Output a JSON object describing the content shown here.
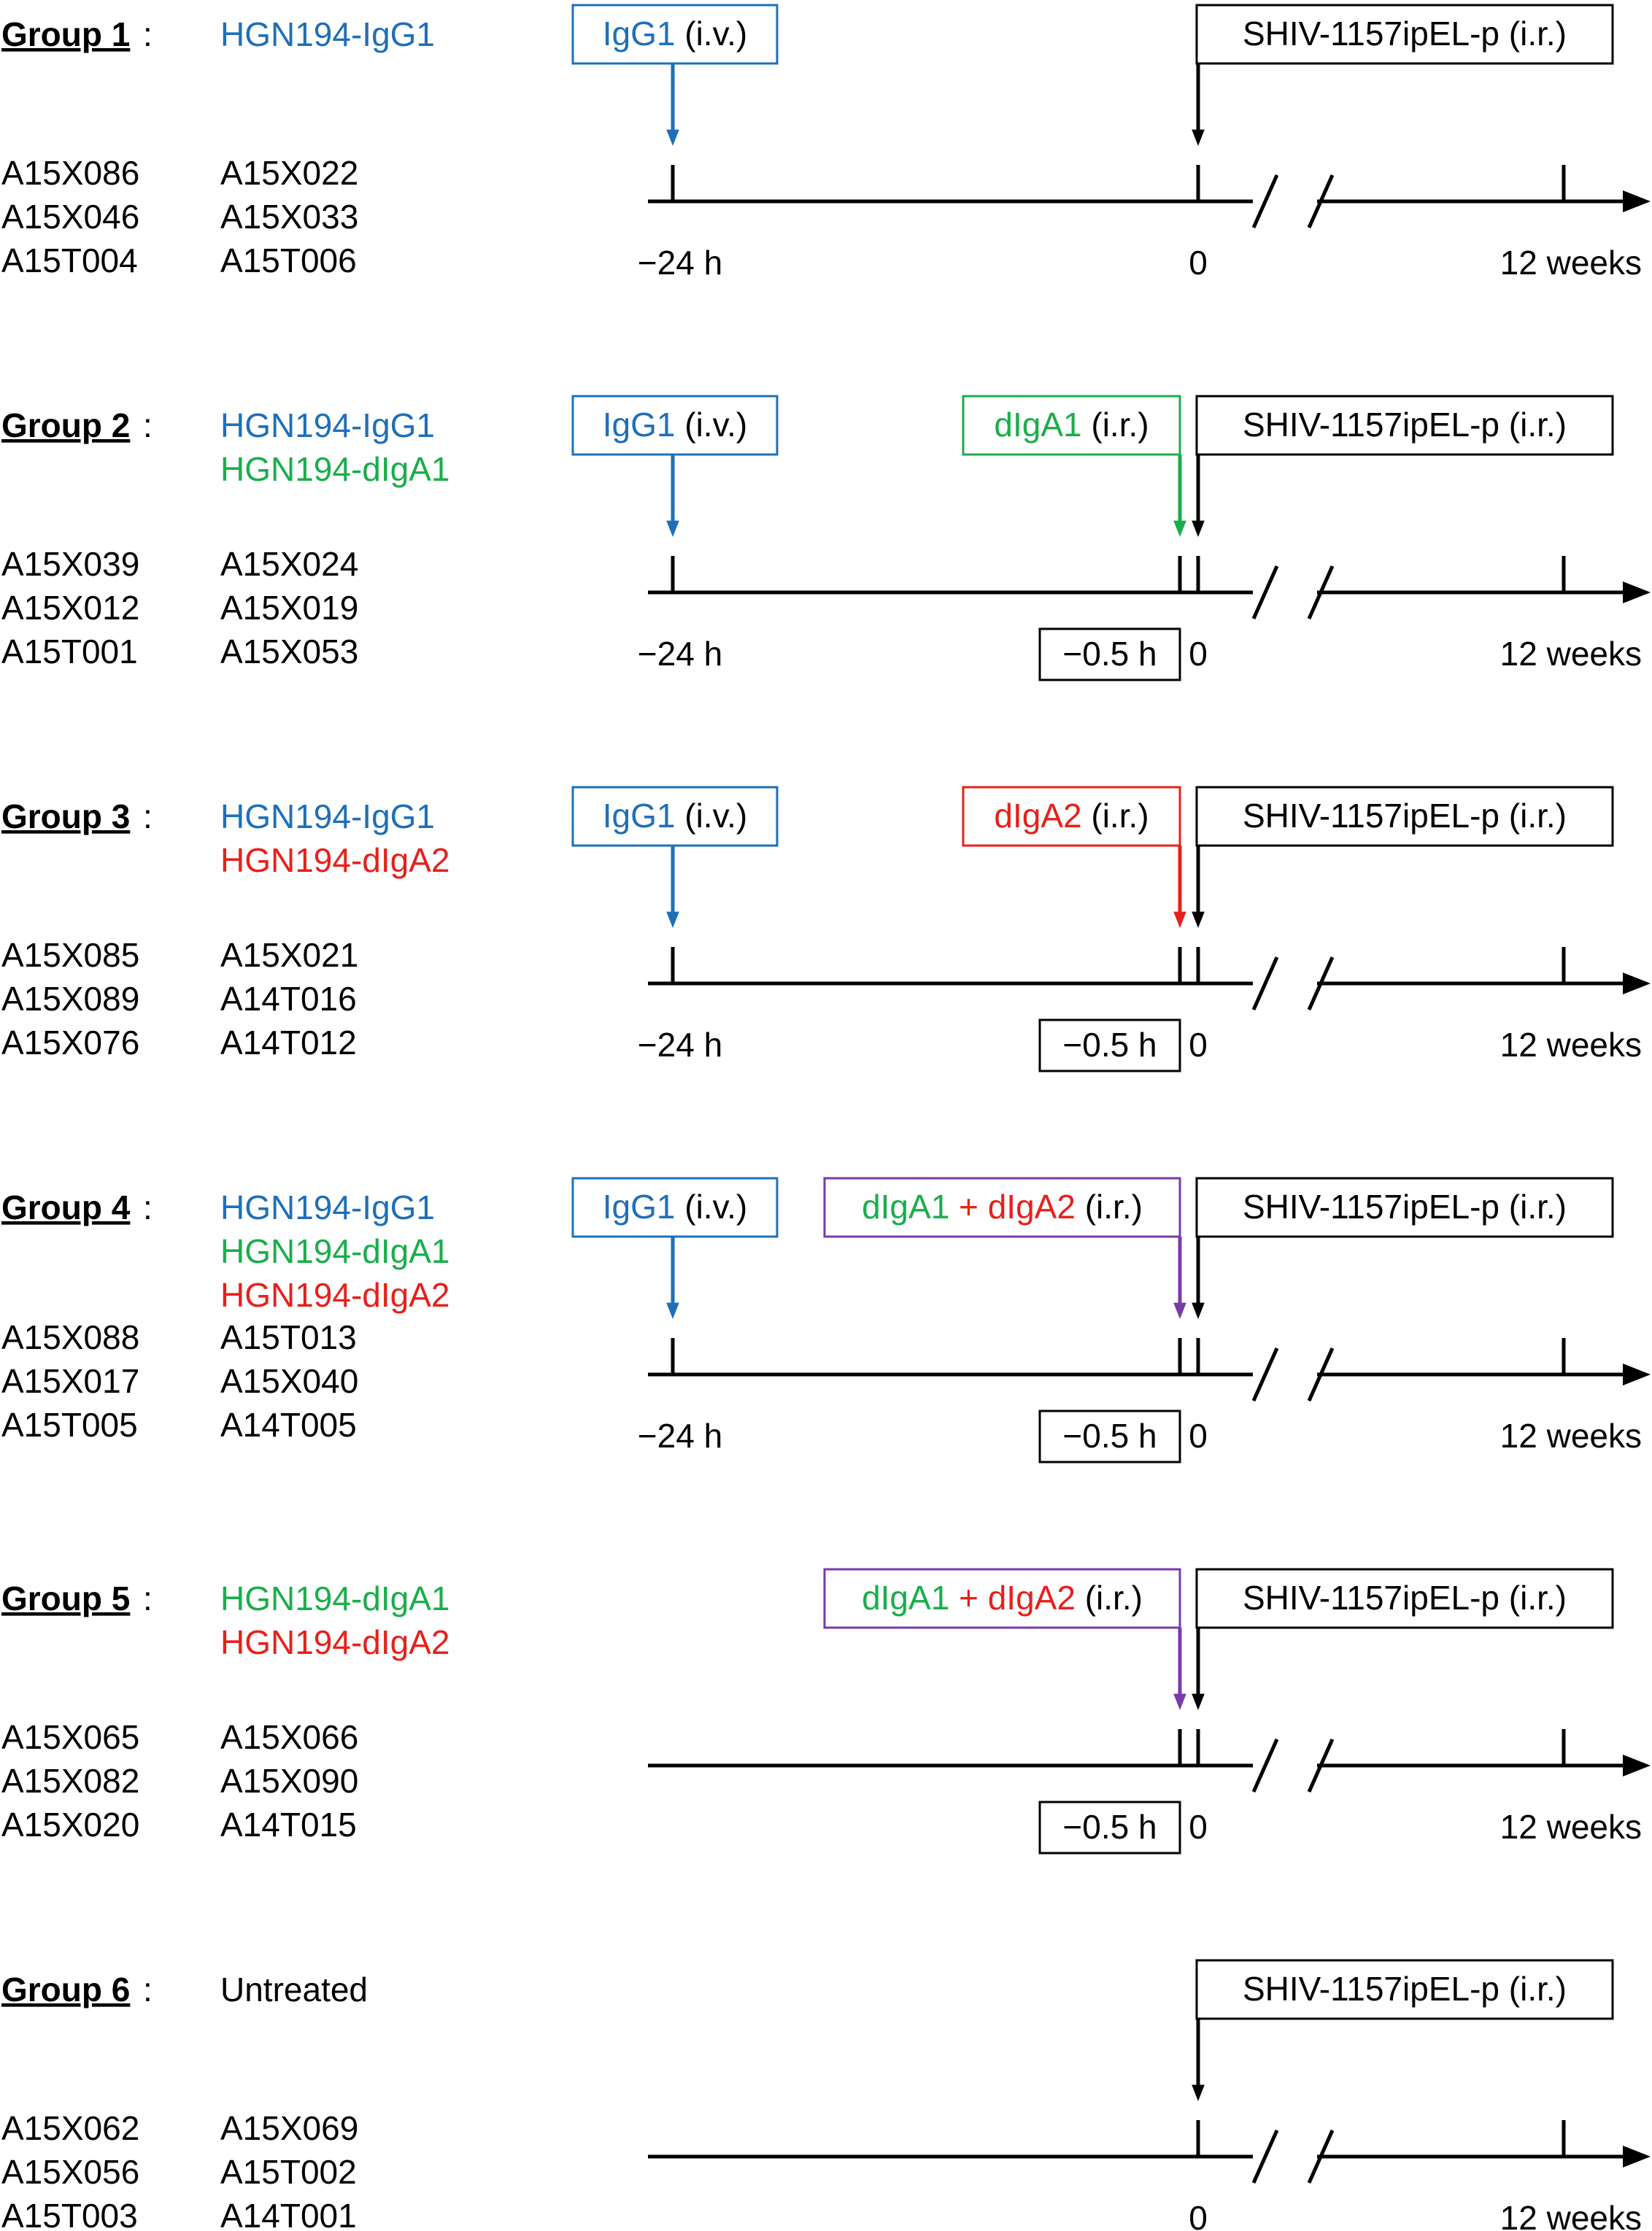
{
  "colors": {
    "black": "#000000",
    "igg1": "#1f6fb8",
    "dIgA1": "#1aae4a",
    "dIgA2": "#e8201b",
    "combo": "#7a3aa8"
  },
  "challenge_label": "SHIV-1157ipEL-p (i.r.)",
  "tick_labels": {
    "minus24": "−24 h",
    "minus05": "−0.5 h",
    "zero": "0",
    "end": "12 weeks"
  },
  "groups": [
    {
      "title": "Group 1",
      "colon": ":",
      "treatments": [
        {
          "text": "HGN194-IgG1",
          "color": "igg1"
        }
      ],
      "animals": [
        [
          "A15X086",
          "A15X022"
        ],
        [
          "A15X046",
          "A15X033"
        ],
        [
          "A15T004",
          "A15T006"
        ]
      ],
      "iv": {
        "label": "IgG1",
        "route": " (i.v.)"
      },
      "ir": null
    },
    {
      "title": "Group 2",
      "colon": ":",
      "treatments": [
        {
          "text": "HGN194-IgG1",
          "color": "igg1"
        },
        {
          "text": "HGN194-dIgA1",
          "color": "dIgA1"
        }
      ],
      "animals": [
        [
          "A15X039",
          "A15X024"
        ],
        [
          "A15X012",
          "A15X019"
        ],
        [
          "A15T001",
          "A15X053"
        ]
      ],
      "iv": {
        "label": "IgG1",
        "route": " (i.v.)"
      },
      "ir": {
        "box_color": "dIgA1",
        "parts": [
          {
            "text": "dIgA1",
            "color": "dIgA1"
          },
          {
            "text": " (i.r.)",
            "color": "black"
          }
        ]
      }
    },
    {
      "title": "Group 3",
      "colon": ":",
      "treatments": [
        {
          "text": "HGN194-IgG1",
          "color": "igg1"
        },
        {
          "text": "HGN194-dIgA2",
          "color": "dIgA2"
        }
      ],
      "animals": [
        [
          "A15X085",
          "A15X021"
        ],
        [
          "A15X089",
          "A14T016"
        ],
        [
          "A15X076",
          "A14T012"
        ]
      ],
      "iv": {
        "label": "IgG1",
        "route": " (i.v.)"
      },
      "ir": {
        "box_color": "dIgA2",
        "parts": [
          {
            "text": "dIgA2",
            "color": "dIgA2"
          },
          {
            "text": " (i.r.)",
            "color": "black"
          }
        ]
      }
    },
    {
      "title": "Group 4",
      "colon": ":",
      "treatments": [
        {
          "text": "HGN194-IgG1",
          "color": "igg1"
        },
        {
          "text": "HGN194-dIgA1",
          "color": "dIgA1"
        },
        {
          "text": "HGN194-dIgA2",
          "color": "dIgA2"
        }
      ],
      "animals": [
        [
          "A15X088",
          "A15T013"
        ],
        [
          "A15X017",
          "A15X040"
        ],
        [
          "A15T005",
          "A14T005"
        ]
      ],
      "iv": {
        "label": "IgG1",
        "route": " (i.v.)"
      },
      "ir": {
        "box_color": "combo",
        "parts": [
          {
            "text": "dIgA1",
            "color": "dIgA1"
          },
          {
            "text": " + ",
            "color": "dIgA2"
          },
          {
            "text": "dIgA2",
            "color": "dIgA2"
          },
          {
            "text": " (i.r.)",
            "color": "black"
          }
        ]
      }
    },
    {
      "title": "Group 5",
      "colon": ":",
      "treatments": [
        {
          "text": "HGN194-dIgA1",
          "color": "dIgA1"
        },
        {
          "text": "HGN194-dIgA2",
          "color": "dIgA2"
        }
      ],
      "animals": [
        [
          "A15X065",
          "A15X066"
        ],
        [
          "A15X082",
          "A15X090"
        ],
        [
          "A15X020",
          "A14T015"
        ]
      ],
      "iv": null,
      "ir": {
        "box_color": "combo",
        "parts": [
          {
            "text": "dIgA1",
            "color": "dIgA1"
          },
          {
            "text": " + ",
            "color": "dIgA2"
          },
          {
            "text": "dIgA2",
            "color": "dIgA2"
          },
          {
            "text": " (i.r.)",
            "color": "black"
          }
        ]
      }
    },
    {
      "title": "Group 6",
      "colon": ":",
      "treatments": [
        {
          "text": "Untreated",
          "color": "black"
        }
      ],
      "animals": [
        [
          "A15X062",
          "A15X069"
        ],
        [
          "A15X056",
          "A15T002"
        ],
        [
          "A15T003",
          "A14T001"
        ]
      ],
      "iv": null,
      "ir": null
    }
  ]
}
